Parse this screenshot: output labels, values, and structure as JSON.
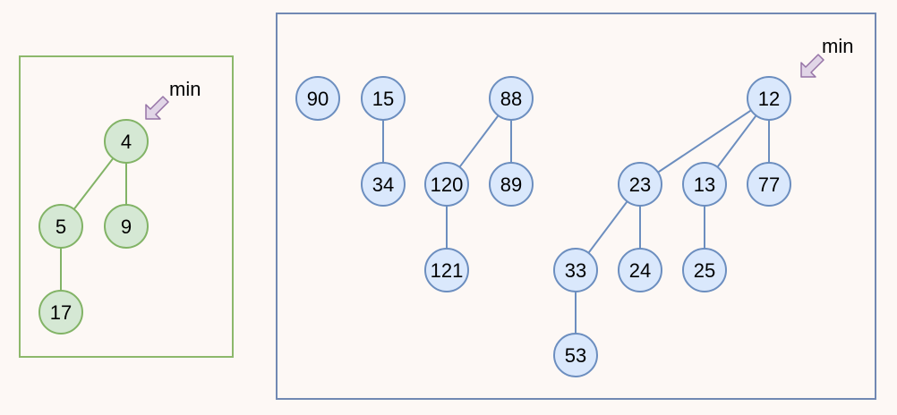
{
  "colors": {
    "background": "#fdf8f5",
    "left_heap_border": "#8db86b",
    "left_node_fill": "#d5e8d4",
    "left_node_stroke": "#82b366",
    "left_edge": "#82b366",
    "right_heap_border": "#7189b3",
    "right_node_fill": "#dae8fc",
    "right_node_stroke": "#6c8ebf",
    "right_edge": "#6c8ebf",
    "min_arrow_fill": "#e1d5e7",
    "min_arrow_stroke": "#9673a6"
  },
  "icons": {
    "min_pointer": "arrow-down-left-icon"
  },
  "left_heap": {
    "min_label": "min",
    "nodes": [
      {
        "id": "n4",
        "label": "4"
      },
      {
        "id": "n5",
        "label": "5"
      },
      {
        "id": "n9",
        "label": "9"
      },
      {
        "id": "n17",
        "label": "17"
      }
    ],
    "edges": [
      [
        "n4",
        "n5"
      ],
      [
        "n4",
        "n9"
      ],
      [
        "n5",
        "n17"
      ]
    ],
    "min_node": "n4"
  },
  "right_heap": {
    "min_label": "min",
    "nodes": [
      {
        "id": "n90",
        "label": "90"
      },
      {
        "id": "n15",
        "label": "15"
      },
      {
        "id": "n34",
        "label": "34"
      },
      {
        "id": "n88",
        "label": "88"
      },
      {
        "id": "n120",
        "label": "120"
      },
      {
        "id": "n89",
        "label": "89"
      },
      {
        "id": "n121",
        "label": "121"
      },
      {
        "id": "n12",
        "label": "12"
      },
      {
        "id": "n23",
        "label": "23"
      },
      {
        "id": "n13",
        "label": "13"
      },
      {
        "id": "n77",
        "label": "77"
      },
      {
        "id": "n33",
        "label": "33"
      },
      {
        "id": "n24",
        "label": "24"
      },
      {
        "id": "n25",
        "label": "25"
      },
      {
        "id": "n53",
        "label": "53"
      }
    ],
    "edges": [
      [
        "n15",
        "n34"
      ],
      [
        "n88",
        "n120"
      ],
      [
        "n88",
        "n89"
      ],
      [
        "n120",
        "n121"
      ],
      [
        "n12",
        "n23"
      ],
      [
        "n12",
        "n13"
      ],
      [
        "n12",
        "n77"
      ],
      [
        "n23",
        "n33"
      ],
      [
        "n23",
        "n24"
      ],
      [
        "n13",
        "n25"
      ],
      [
        "n33",
        "n53"
      ]
    ],
    "min_node": "n12"
  }
}
